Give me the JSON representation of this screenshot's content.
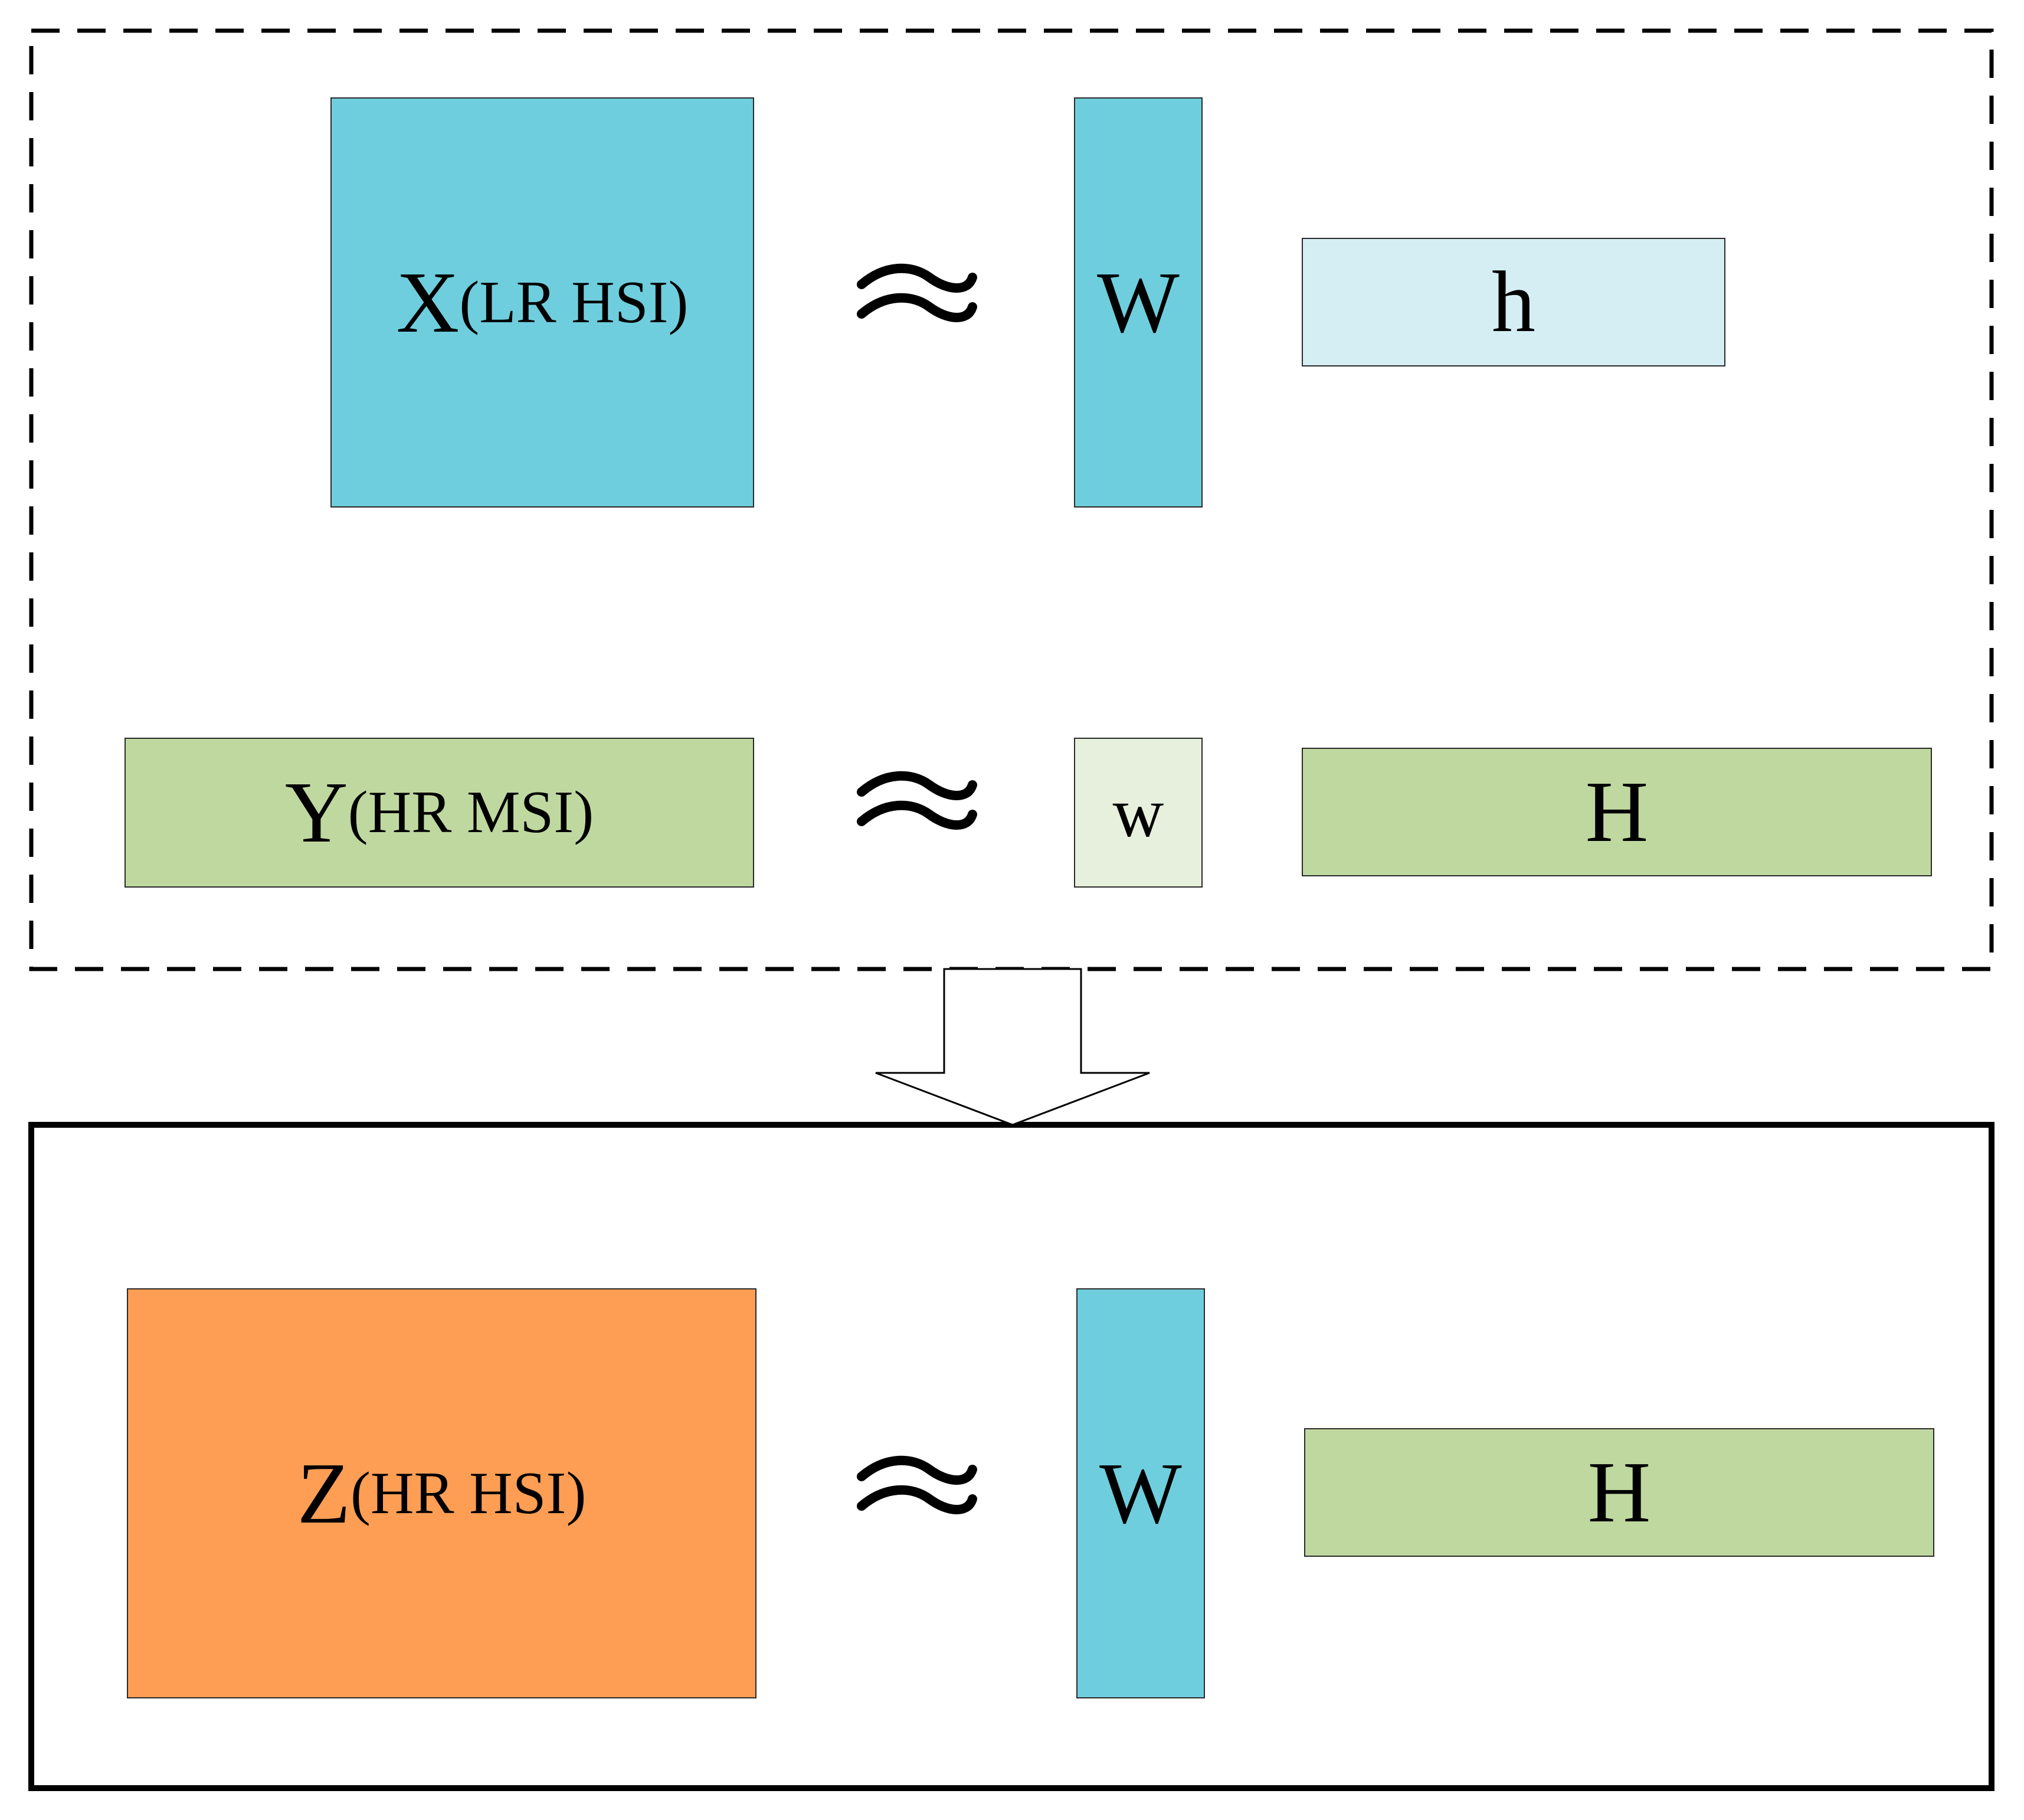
{
  "colors": {
    "cyan": "#6fcedd",
    "light_cyan": "#d4eef4",
    "green": "#bfd8a0",
    "light_green": "#e7f0dc",
    "orange": "#fe9e54",
    "line": "#000000"
  },
  "top_panel": {
    "row1": {
      "x_symbol": "X",
      "x_label": "(LR HSI)",
      "approx_icon": "approx-symbol",
      "w_symbol": "W",
      "h_symbol": "h"
    },
    "row2": {
      "y_symbol": "Y",
      "y_label": "(HR MSI)",
      "approx_icon": "approx-symbol",
      "w_symbol": "w",
      "h_symbol": "H"
    }
  },
  "arrow_icon": "down-arrow",
  "bottom_panel": {
    "z_symbol": "Z",
    "z_label": "(HR HSI)",
    "approx_icon": "approx-symbol",
    "w_symbol": "W",
    "h_symbol": "H"
  }
}
